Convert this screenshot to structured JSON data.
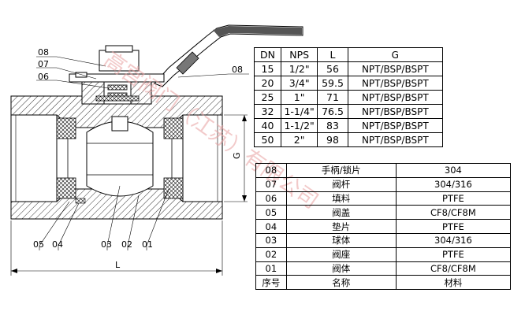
{
  "size_table": {
    "headers": [
      "DN",
      "NPS",
      "L",
      "G"
    ],
    "rows": [
      [
        "15",
        "1/2\"",
        "56",
        "NPT/BSP/BSPT"
      ],
      [
        "20",
        "3/4\"",
        "59.5",
        "NPT/BSP/BSPT"
      ],
      [
        "25",
        "1\"",
        "71",
        "NPT/BSP/BSPT"
      ],
      [
        "32",
        "1-1/4\"",
        "76.5",
        "NPT/BSP/BSPT"
      ],
      [
        "40",
        "1-1/2\"",
        "83",
        "NPT/BSP/BSPT"
      ],
      [
        "50",
        "2\"",
        "98",
        "NPT/BSP/BSPT"
      ]
    ]
  },
  "bom_table": {
    "rows": [
      [
        "08",
        "手柄/锁片",
        "304"
      ],
      [
        "07",
        "阀杆",
        "304/316"
      ],
      [
        "06",
        "填料",
        "PTFE"
      ],
      [
        "05",
        "阀盖",
        "CF8/CF8M"
      ],
      [
        "04",
        "垫片",
        "PTFE"
      ],
      [
        "03",
        "球体",
        "304/316"
      ],
      [
        "02",
        "阀座",
        "PTFE"
      ],
      [
        "01",
        "阀体",
        "CF8/CF8M"
      ]
    ],
    "footer": [
      "序号",
      "名称",
      "材料"
    ]
  },
  "drawing": {
    "callouts": {
      "c08_left": "08",
      "c07": "07",
      "c06": "06",
      "c08_right": "08",
      "c05": "05",
      "c04": "04",
      "c03": "03",
      "c02": "02",
      "c01": "01"
    },
    "dimension_L": "L",
    "dimension_G": "G",
    "watermark": "高宫阀门（江苏）有限公司"
  }
}
